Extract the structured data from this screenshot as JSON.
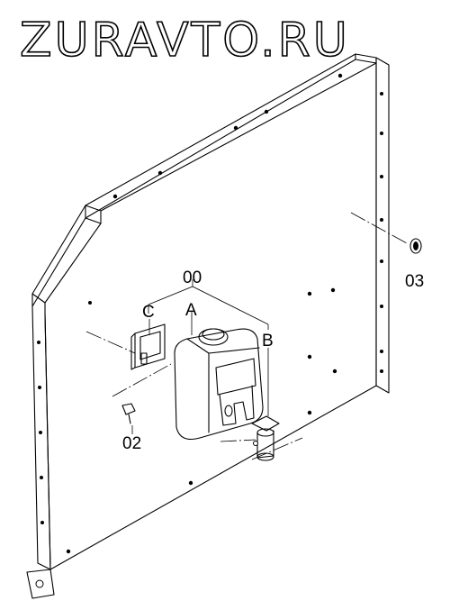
{
  "watermark": "ZURAVTO.RU",
  "callouts": {
    "assembly": "00",
    "tank": "A",
    "bracket_b": "B",
    "bracket_c": "C",
    "bolt": "02",
    "grommet": "03"
  },
  "colors": {
    "line": "#000000",
    "background": "#ffffff"
  }
}
